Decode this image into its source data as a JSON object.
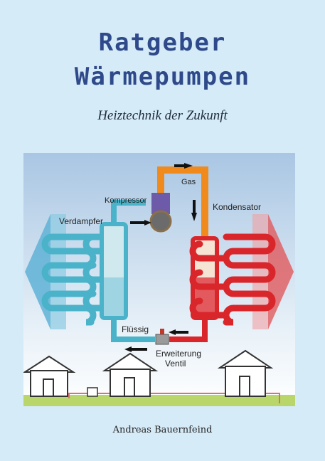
{
  "book": {
    "title_line1": "Ratgeber",
    "title_line2": "Wärmepumpen",
    "subtitle": "Heiztechnik der Zukunft",
    "author": "Andreas Bauernfeind"
  },
  "diagram": {
    "labels": {
      "compressor": "Kompressor",
      "gas": "Gas",
      "evaporator": "Verdampfer",
      "condenser": "Kondensator",
      "liquid": "Flüssig",
      "valve_line1": "Erweiterung",
      "valve_line2": "Ventil"
    }
  },
  "colors": {
    "background": "#d6ebf8",
    "title": "#2f4a8a",
    "cold_pipe": "#4bb3c9",
    "hot_pipe": "#d9262b",
    "gas_pipe": "#f08a1c",
    "compressor": "#6d5aa8"
  }
}
